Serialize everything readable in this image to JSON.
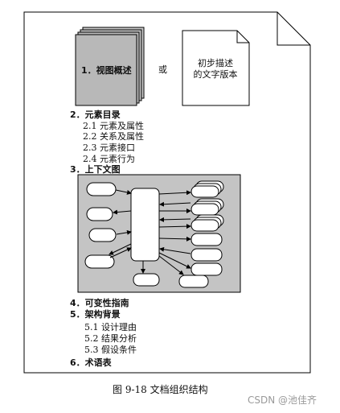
{
  "views": {
    "primary_label": "1．视图概述",
    "or_label": "或",
    "secondary_label": "初步描述\n的文字版本"
  },
  "outline": [
    {
      "id": "sec2",
      "text": "2．元素目录",
      "bold": true
    },
    {
      "id": "sec2-1",
      "text": "2.1  元素及属性",
      "bold": false
    },
    {
      "id": "sec2-2",
      "text": "2.2  关系及属性",
      "bold": false
    },
    {
      "id": "sec2-3",
      "text": "2.3  元素接口",
      "bold": false
    },
    {
      "id": "sec2-4",
      "text": "2.4  元素行为",
      "bold": false
    },
    {
      "id": "sec3",
      "text": "3．上下文图",
      "bold": true
    }
  ],
  "outline_bottom": [
    {
      "id": "sec4",
      "text": "4．可变性指南",
      "bold": true
    },
    {
      "id": "sec5",
      "text": "5．架构背景",
      "bold": true
    },
    {
      "id": "sec5-1",
      "text": "5.1  设计理由",
      "bold": false
    },
    {
      "id": "sec5-2",
      "text": "5.2  结果分析",
      "bold": false
    },
    {
      "id": "sec5-3",
      "text": "5.3  假设条件",
      "bold": false
    },
    {
      "id": "sec6",
      "text": "6．术语表",
      "bold": true
    }
  ],
  "caption": "图 9-18    文档组织结构",
  "watermark": "CSDN @池佳齐",
  "colors": {
    "stack_fill": "#b8b8b8",
    "context_bg": "#c4c4c4",
    "line": "#000000"
  }
}
